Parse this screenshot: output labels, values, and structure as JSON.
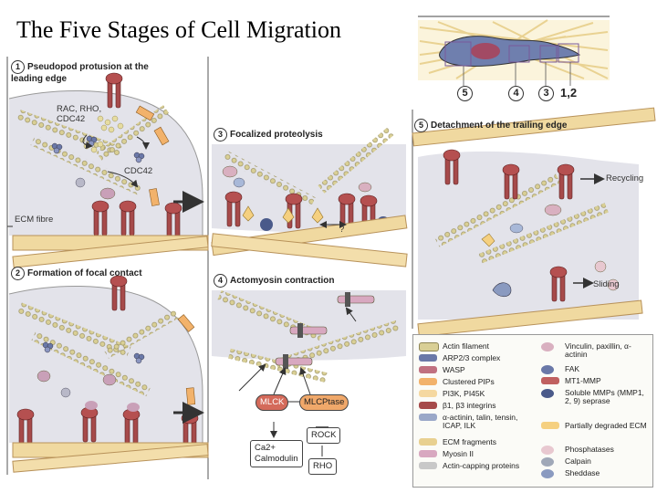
{
  "title": "The Five Stages of Cell Migration",
  "overview_numbers": [
    "5",
    "4",
    "3",
    "1,2"
  ],
  "panels": {
    "p1": {
      "num": "1",
      "heading": "Pseudopod protusion at the leading edge"
    },
    "p2": {
      "num": "2",
      "heading": "Formation of focal contact"
    },
    "p3": {
      "num": "3",
      "heading": "Focalized proteolysis"
    },
    "p4": {
      "num": "4",
      "heading": "Actomyosin contraction"
    },
    "p5": {
      "num": "5",
      "heading": "Detachment of the trailing edge"
    }
  },
  "labels": {
    "rac_rho_cdc42": "RAC, RHO, CDC42",
    "cdc42": "CDC42",
    "ecm_fibre": "ECM fibre",
    "question": "?",
    "recycling": "Recycling",
    "sliding": "Sliding"
  },
  "pathway": {
    "mlck": "MLCK",
    "mlcptase": "MLCPtase",
    "rock": "ROCK",
    "rho": "RHO",
    "ca_calmodulin_line1": "Ca2+",
    "ca_calmodulin_line2": "Calmodulin"
  },
  "legend": {
    "left": [
      "Actin filament",
      "ARP2/3 complex",
      "WASP",
      "Clustered PIPs",
      "PI3K, PI45K",
      "β1, β3 integrins",
      "α-actinin, talin, tensin, ICAP, ILK",
      "ECM fragments",
      "Myosin II",
      "Actin-capping proteins"
    ],
    "right": [
      "Vinculin, paxillin, α-actinin",
      "FAK",
      "MT1-MMP",
      "Soluble MMPs (MMP1, 2, 9) seprase",
      "Partially degraded ECM",
      "Phosphatases",
      "Calpain",
      "Sheddase"
    ]
  },
  "colors": {
    "cell": "#e3e3ea",
    "fibre": "#f0d9a0",
    "fibre_edge": "#b8925a",
    "integrin": "#a64a4a",
    "actin": "#d9cf95",
    "arp": "#6a78a8",
    "pip": "#f2b26b",
    "mlck": "#d46a5a",
    "mlcptase": "#f0a86a"
  }
}
